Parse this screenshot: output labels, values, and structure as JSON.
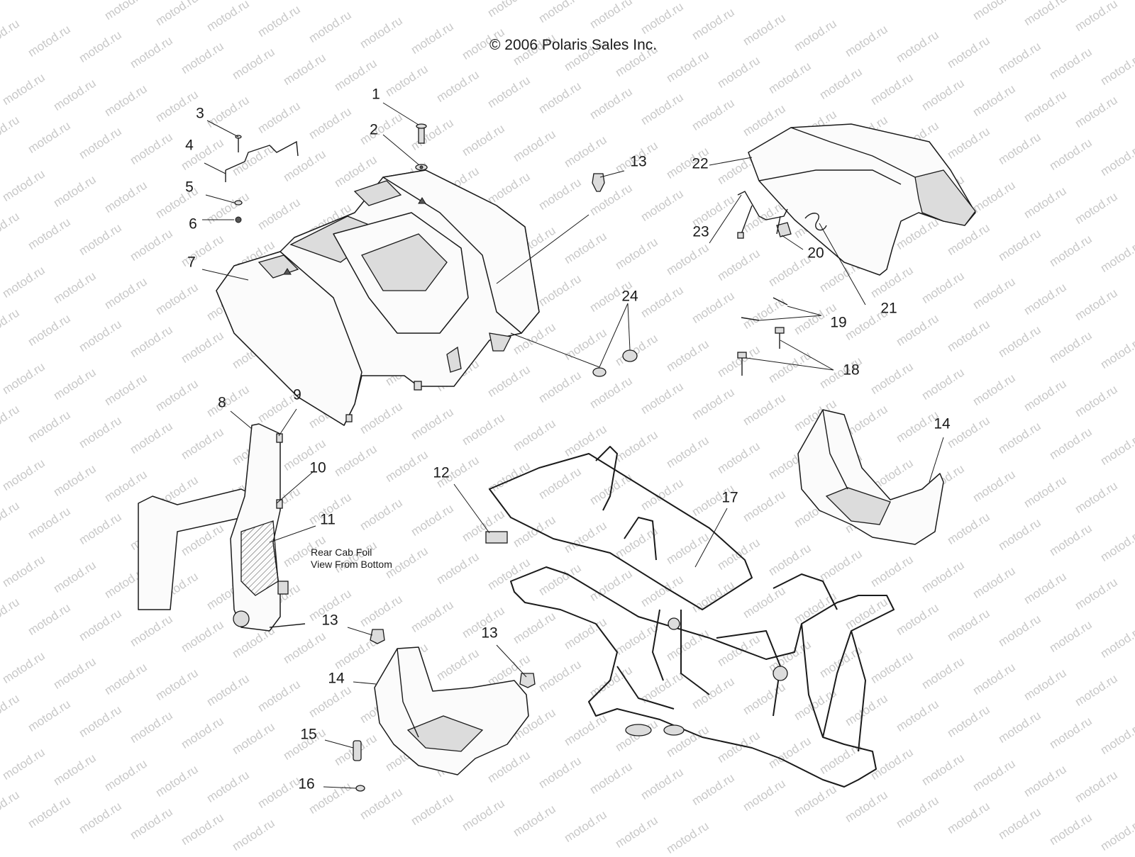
{
  "copyright": "© 2006 Polaris Sales Inc.",
  "watermark": "motod.ru",
  "note": {
    "line1": "Rear Cab Foil",
    "line2": "View From Bottom"
  },
  "callouts": [
    {
      "id": "c1",
      "label": "1"
    },
    {
      "id": "c2",
      "label": "2"
    },
    {
      "id": "c3",
      "label": "3"
    },
    {
      "id": "c4",
      "label": "4"
    },
    {
      "id": "c5",
      "label": "5"
    },
    {
      "id": "c6",
      "label": "6"
    },
    {
      "id": "c7",
      "label": "7"
    },
    {
      "id": "c8",
      "label": "8"
    },
    {
      "id": "c9",
      "label": "9"
    },
    {
      "id": "c10",
      "label": "10"
    },
    {
      "id": "c11",
      "label": "11"
    },
    {
      "id": "c12",
      "label": "12"
    },
    {
      "id": "c13a",
      "label": "13"
    },
    {
      "id": "c13b",
      "label": "13"
    },
    {
      "id": "c13c",
      "label": "13"
    },
    {
      "id": "c14a",
      "label": "14"
    },
    {
      "id": "c14b",
      "label": "14"
    },
    {
      "id": "c15",
      "label": "15"
    },
    {
      "id": "c16",
      "label": "16"
    },
    {
      "id": "c17",
      "label": "17"
    },
    {
      "id": "c18",
      "label": "18"
    },
    {
      "id": "c19",
      "label": "19"
    },
    {
      "id": "c20",
      "label": "20"
    },
    {
      "id": "c21",
      "label": "21"
    },
    {
      "id": "c22",
      "label": "22"
    },
    {
      "id": "c23",
      "label": "23"
    },
    {
      "id": "c24",
      "label": "24"
    }
  ]
}
